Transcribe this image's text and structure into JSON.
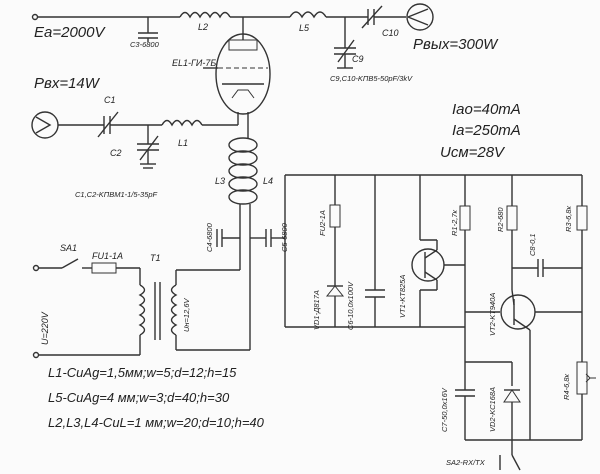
{
  "labels": {
    "ea": "Ea=2000V",
    "c3": "C3-6800",
    "l2": "L2",
    "l5": "L5",
    "c10": "C10",
    "pout": "Pвых=300W",
    "c9": "C9",
    "c9c10": "C9,C10-KПВ5-50pF/3kV",
    "el1": "EL1-ГИ-7Б",
    "pin": "Pвх=14W",
    "c1": "C1",
    "l1": "L1",
    "c2": "C2",
    "c1c2": "C1,C2-KПВМ1-1/5-35pF",
    "l3": "L3",
    "l4": "L4",
    "iao": "Iao=40mA",
    "ia": "Ia=250mA",
    "ucm": "Ucм=28V",
    "c4": "C4-6800",
    "c5": "C5-6800",
    "fu2": "FU2-1A",
    "r1": "R1-2,7к",
    "r2": "R2-680",
    "r3": "R3-6,8к",
    "c8": "C8-0,1",
    "sa1": "SA1",
    "fu1": "FU1-1A",
    "t1": "T1",
    "u220": "U=220V",
    "un": "Uн=12,6V",
    "vd1": "VD1-Д817А",
    "c6": "C6-10,0x100V",
    "vt1": "VT1-KT825A",
    "vt2": "VT2-KT940A",
    "r4": "R4-6,8к",
    "c7": "C7-50,0x16V",
    "vd2": "VD2-KC168A",
    "sa2": "SA2-RX/TX",
    "note1": "L1-CuAg=1,5мм;w=5;d=12;h=15",
    "note2": "L5-CuAg=4 мм;w=3;d=40;h=30",
    "note3": "L2,L3,L4-CuL=1 мм;w=20;d=10;h=40"
  }
}
